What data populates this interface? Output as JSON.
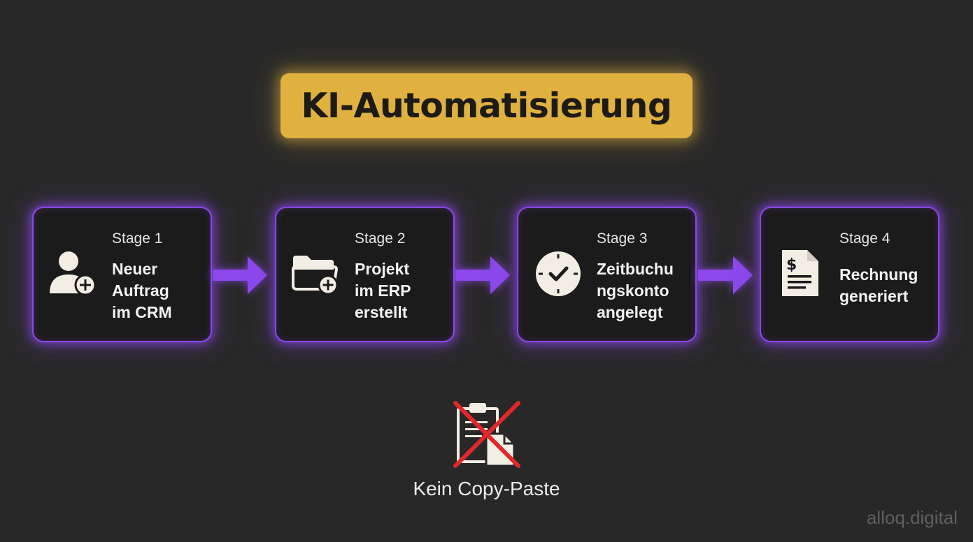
{
  "title": "KI-Automatisierung",
  "stages": [
    {
      "label": "Stage 1",
      "description": "Neuer\nAuftrag\nim CRM",
      "icon": "user-plus-icon"
    },
    {
      "label": "Stage 2",
      "description": "Projekt\nim ERP\nerstellt",
      "icon": "folder-plus-icon"
    },
    {
      "label": "Stage 3",
      "description": "Zeitbuchu\nngskonto\nangelegt",
      "icon": "clock-check-icon"
    },
    {
      "label": "Stage 4",
      "description": "Rechnung\ngeneriert",
      "icon": "invoice-dollar-icon"
    }
  ],
  "note": {
    "label": "Kein Copy-Paste",
    "icon": "clipboard-crossed-icon"
  },
  "watermark": "alloq.digital",
  "colors": {
    "background": "#282828",
    "title_box": "#e0b13f",
    "stage_border": "#8a46e8",
    "arrow": "#8d48ec",
    "cross": "#e2272a",
    "icon": "#f3eee4"
  }
}
